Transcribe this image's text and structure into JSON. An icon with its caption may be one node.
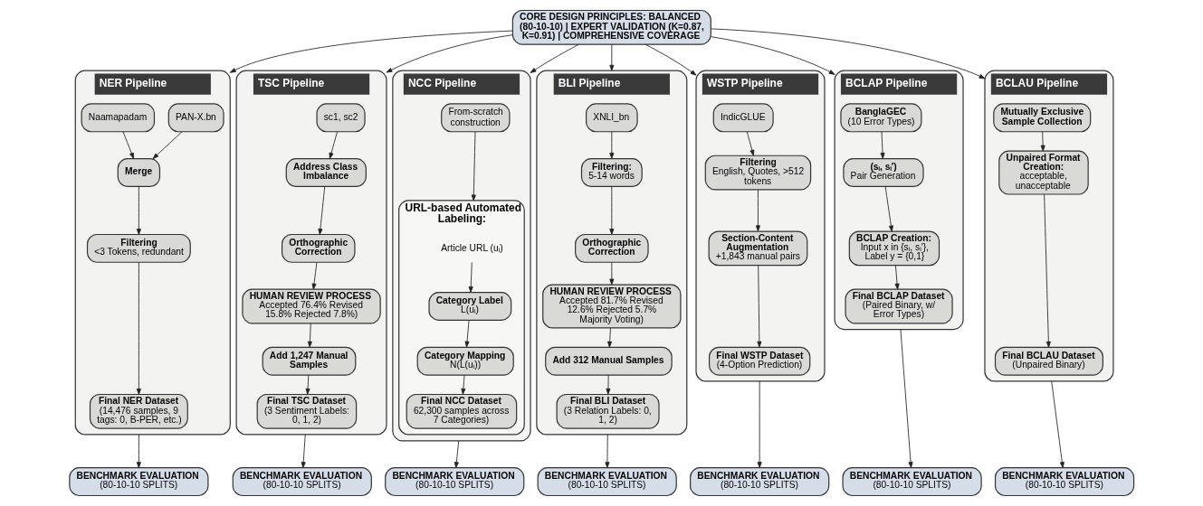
{
  "diagram": {
    "nodes": [
      {
        "text": [
          "CORE DESIGN PRINCIPLES: BALANCED (80-10-10) | EXPERT VALIDATION (K=0.87, K=0.91) | COMPREHENSIVE COVERAGE"
        ]
      },
      {
        "text": [
          "NER Pipeline"
        ]
      },
      {
        "text": [
          "PAN-X.bn"
        ],
        "in": 1
      },
      {
        "text": [
          "Naamapadam"
        ],
        "in": 1
      },
      {
        "text": [
          "Merge"
        ],
        "in": 1
      },
      {
        "text": [
          "Filtering",
          "<3 Tokens, redundant"
        ],
        "in": 1
      },
      {
        "text": [
          "Final NER Dataset",
          "(14,476 samples, 9 tags: 0, B-PER, etc.)"
        ],
        "in": 1
      },
      {
        "text": [
          "BENCHMARK EVALUATION",
          "(80-10-10 SPLITS)"
        ]
      },
      {
        "text": [
          "TSC Pipeline"
        ]
      },
      {
        "text": [
          "sc1, sc2"
        ],
        "in": 8
      },
      {
        "text": [
          "Address Class Imbalance"
        ],
        "in": 8
      },
      {
        "text": [
          "Orthographic Correction"
        ],
        "in": 8
      },
      {
        "text": [
          "HUMAN REVIEW PROCESS",
          "Accepted 76.4% Revised 15.8% Rejected 7.8%)"
        ],
        "in": 8
      },
      {
        "text": [
          "Add 1,247 Manual Samples"
        ],
        "in": 8
      },
      {
        "text": [
          "Final TSC Dataset",
          "(3 Sentiment Labels: 0, 1, 2)"
        ],
        "in": 8
      },
      {
        "text": [
          "BENCHMARK EVALUATION",
          "(80-10-10 SPLITS)"
        ]
      },
      {
        "text": [
          "NCC Pipeline"
        ]
      },
      {
        "text": [
          "From-scratch construction"
        ],
        "in": 16
      },
      {
        "text": [
          "URL-based Automated Labeling:"
        ],
        "in": 16
      },
      {
        "text": [
          "Article URL (uᵢ)"
        ],
        "in": 18
      },
      {
        "text": [
          "Category Label",
          "L(uᵢ)"
        ],
        "in": 18
      },
      {
        "text": [
          "Category Mapping",
          "N(L(uᵢ))"
        ],
        "in": 18
      },
      {
        "text": [
          "Final NCC Dataset",
          "62,300 samples across 7 Categories)"
        ],
        "in": 18
      },
      {
        "text": [
          "BENCHMARK EVALUATION",
          "(80-10-10 SPLITS)"
        ]
      },
      {
        "text": [
          "BLI Pipeline"
        ]
      },
      {
        "text": [
          "XNLI_bn"
        ],
        "in": 24
      },
      {
        "text": [
          "Filtering:",
          "5-14 words"
        ],
        "in": 24
      },
      {
        "text": [
          "Orthographic Correction"
        ],
        "in": 24
      },
      {
        "text": [
          "HUMAN REVIEW PROCESS",
          "Accepted 81.7% Revised 12.6% Rejected 5.7% Majority Voting)"
        ],
        "in": 24
      },
      {
        "text": [
          "Add 312 Manual Samples"
        ],
        "in": 24
      },
      {
        "text": [
          "Final BLI Dataset",
          "(3 Relation Labels: 0, 1, 2)"
        ],
        "in": 24
      },
      {
        "text": [
          "BENCHMARK EVALUATION",
          "(80-10-10 SPLITS)"
        ]
      },
      {
        "text": [
          "WSTP Pipeline"
        ]
      },
      {
        "text": [
          "IndicGLUE"
        ],
        "in": 32
      },
      {
        "text": [
          "Filtering",
          "English, Quotes, >512 tokens"
        ],
        "in": 32
      },
      {
        "text": [
          "Section-Content Augmentation",
          "+1,843 manual pairs"
        ],
        "in": 32
      },
      {
        "text": [
          "Final WSTP Dataset",
          "(4-Option Prediction)"
        ],
        "in": 32
      },
      {
        "text": [
          "BENCHMARK EVALUATION",
          "(80-10-10 SPLITS)"
        ]
      },
      {
        "text": [
          "BCLAP Pipeline"
        ]
      },
      {
        "text": [
          "BanglaGEC",
          "(10 Error Types)"
        ],
        "in": 38
      },
      {
        "text": [
          "(sᵢ, sᵢ′)",
          "Pair Generation"
        ],
        "in": 38
      },
      {
        "text": [
          "BCLAP Creation:",
          "Input x in {sᵢ, sᵢ′}, Label y = {0,1}"
        ],
        "in": 38
      },
      {
        "text": [
          "Final BCLAP Dataset",
          "(Paired Binary, w/ Error Types)"
        ],
        "in": 38
      },
      {
        "text": [
          "BENCHMARK EVALUATION",
          "(80-10-10 SPLITS)"
        ]
      },
      {
        "text": [
          "BCLAU Pipeline"
        ]
      },
      {
        "text": [
          "Mutually Exclusive Sample Collection"
        ],
        "in": 44
      },
      {
        "text": [
          "Unpaired Format Creation:",
          "acceptable, unacceptable"
        ],
        "in": 44
      },
      {
        "text": [
          "Final BCLAU Dataset",
          "(Unpaired Binary)"
        ],
        "in": 44
      },
      {
        "text": [
          "BENCHMARK EVALUATION",
          "(80-10-10 SPLITS)"
        ]
      }
    ],
    "edges": [
      {
        "from": 0,
        "to": 1,
        "arrow": "to"
      },
      {
        "from": 0,
        "to": 8,
        "arrow": "to"
      },
      {
        "from": 0,
        "to": 16,
        "arrow": "to"
      },
      {
        "from": 0,
        "to": 24,
        "arrow": "to"
      },
      {
        "from": 0,
        "to": 32,
        "arrow": "to"
      },
      {
        "from": 0,
        "to": 38,
        "arrow": "to"
      },
      {
        "from": 0,
        "to": 44,
        "arrow": "to"
      },
      {
        "from": 2,
        "to": 4,
        "arrow": "to"
      },
      {
        "from": 3,
        "to": 4,
        "arrow": "to"
      },
      {
        "from": 4,
        "to": 5,
        "arrow": "to"
      },
      {
        "from": 5,
        "to": 6,
        "arrow": "to"
      },
      {
        "from": 1,
        "to": 7,
        "arrow": "to"
      },
      {
        "from": 9,
        "to": 10,
        "arrow": "to"
      },
      {
        "from": 10,
        "to": 11,
        "arrow": "to"
      },
      {
        "from": 11,
        "to": 12,
        "arrow": "to"
      },
      {
        "from": 12,
        "to": 13,
        "arrow": "to"
      },
      {
        "from": 13,
        "to": 14,
        "arrow": "to"
      },
      {
        "from": 8,
        "to": 15,
        "arrow": "to"
      },
      {
        "from": 17,
        "to": 18,
        "arrow": "to"
      },
      {
        "from": 19,
        "to": 20,
        "arrow": "to"
      },
      {
        "from": 20,
        "to": 21,
        "arrow": "to"
      },
      {
        "from": 21,
        "to": 22,
        "arrow": "to"
      },
      {
        "from": 16,
        "to": 23,
        "arrow": "to"
      },
      {
        "from": 25,
        "to": 26,
        "arrow": "to"
      },
      {
        "from": 26,
        "to": 27,
        "arrow": "to"
      },
      {
        "from": 27,
        "to": 28,
        "arrow": "to"
      },
      {
        "from": 28,
        "to": 29,
        "arrow": "to"
      },
      {
        "from": 29,
        "to": 30,
        "arrow": "to"
      },
      {
        "from": 24,
        "to": 31,
        "arrow": "to"
      },
      {
        "from": 33,
        "to": 34,
        "arrow": "to"
      },
      {
        "from": 34,
        "to": 35,
        "arrow": "to"
      },
      {
        "from": 35,
        "to": 36,
        "arrow": "to"
      },
      {
        "from": 32,
        "to": 37,
        "arrow": "to"
      },
      {
        "from": 39,
        "to": 40,
        "arrow": "to"
      },
      {
        "from": 40,
        "to": 41,
        "arrow": "to"
      },
      {
        "from": 41,
        "to": 42,
        "arrow": "to"
      },
      {
        "from": 38,
        "to": 43,
        "arrow": "to"
      },
      {
        "from": 45,
        "to": 46,
        "arrow": "to"
      },
      {
        "from": 46,
        "to": 47,
        "arrow": "to"
      },
      {
        "from": 44,
        "to": 48,
        "arrow": "to"
      }
    ]
  }
}
